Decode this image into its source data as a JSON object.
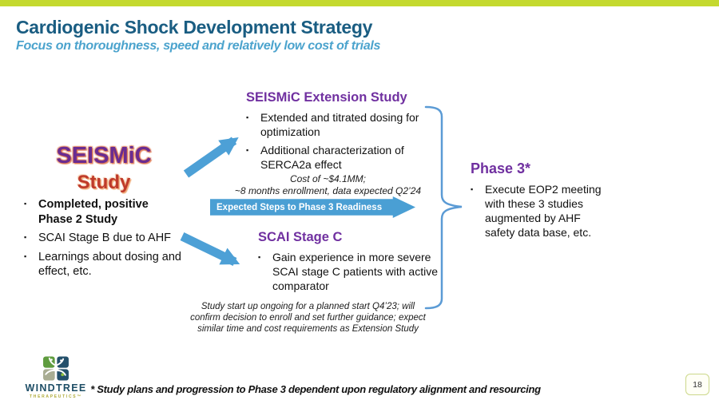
{
  "slide": {
    "title": "Cardiogenic Shock Development Strategy",
    "subtitle": "Focus on thoroughness, speed and relatively low cost of trials",
    "footnote": "* Study plans and progression to Phase 3 dependent upon regulatory alignment and resourcing",
    "page_number": "18"
  },
  "colors": {
    "top_bar": "#c4d92f",
    "title_blue": "#1a5d82",
    "subtitle_blue": "#4ba3cd",
    "heading_purple": "#7030a0",
    "arrow_blue": "#4da0d6",
    "brace_blue": "#5b9bd5",
    "seismic_purple": "#6a2c91",
    "study_red": "#bf3a2b",
    "banner_blue": "#4a9fd4"
  },
  "icons": {
    "bullet_marker": "▪"
  },
  "seismic": {
    "title": "SEISMiC",
    "subtitle": "Study",
    "bullets": [
      {
        "text": "Completed, positive Phase 2 Study",
        "bold": true
      },
      {
        "text": "SCAI Stage B due to AHF"
      },
      {
        "text": "Learnings about dosing and effect, etc."
      }
    ]
  },
  "extension_study": {
    "heading": "SEISMiC Extension Study",
    "bullets": [
      {
        "text": "Extended and titrated dosing for optimization"
      },
      {
        "text": "Additional characterization of SERCA2a effect"
      }
    ],
    "note": "Cost of ~$4.1MM;\n~8 months enrollment, data expected Q2’24"
  },
  "steps_banner": {
    "label": "Expected Steps to Phase 3 Readiness"
  },
  "scai_stage_c": {
    "heading": "SCAI Stage C",
    "bullets": [
      {
        "text": "Gain experience in more severe SCAI stage C patients with active comparator"
      }
    ],
    "note": "Study start up ongoing for a planned start Q4’23; will\nconfirm decision to enroll and set further guidance; expect\nsimilar time and cost requirements as Extension Study"
  },
  "phase3": {
    "heading": "Phase 3*",
    "bullets": [
      {
        "text": "Execute EOP2 meeting with these 3 studies augmented by AHF safety data base, etc."
      }
    ]
  },
  "logo": {
    "name": "WINDTREE",
    "tagline": "THERAPEUTICS™"
  }
}
